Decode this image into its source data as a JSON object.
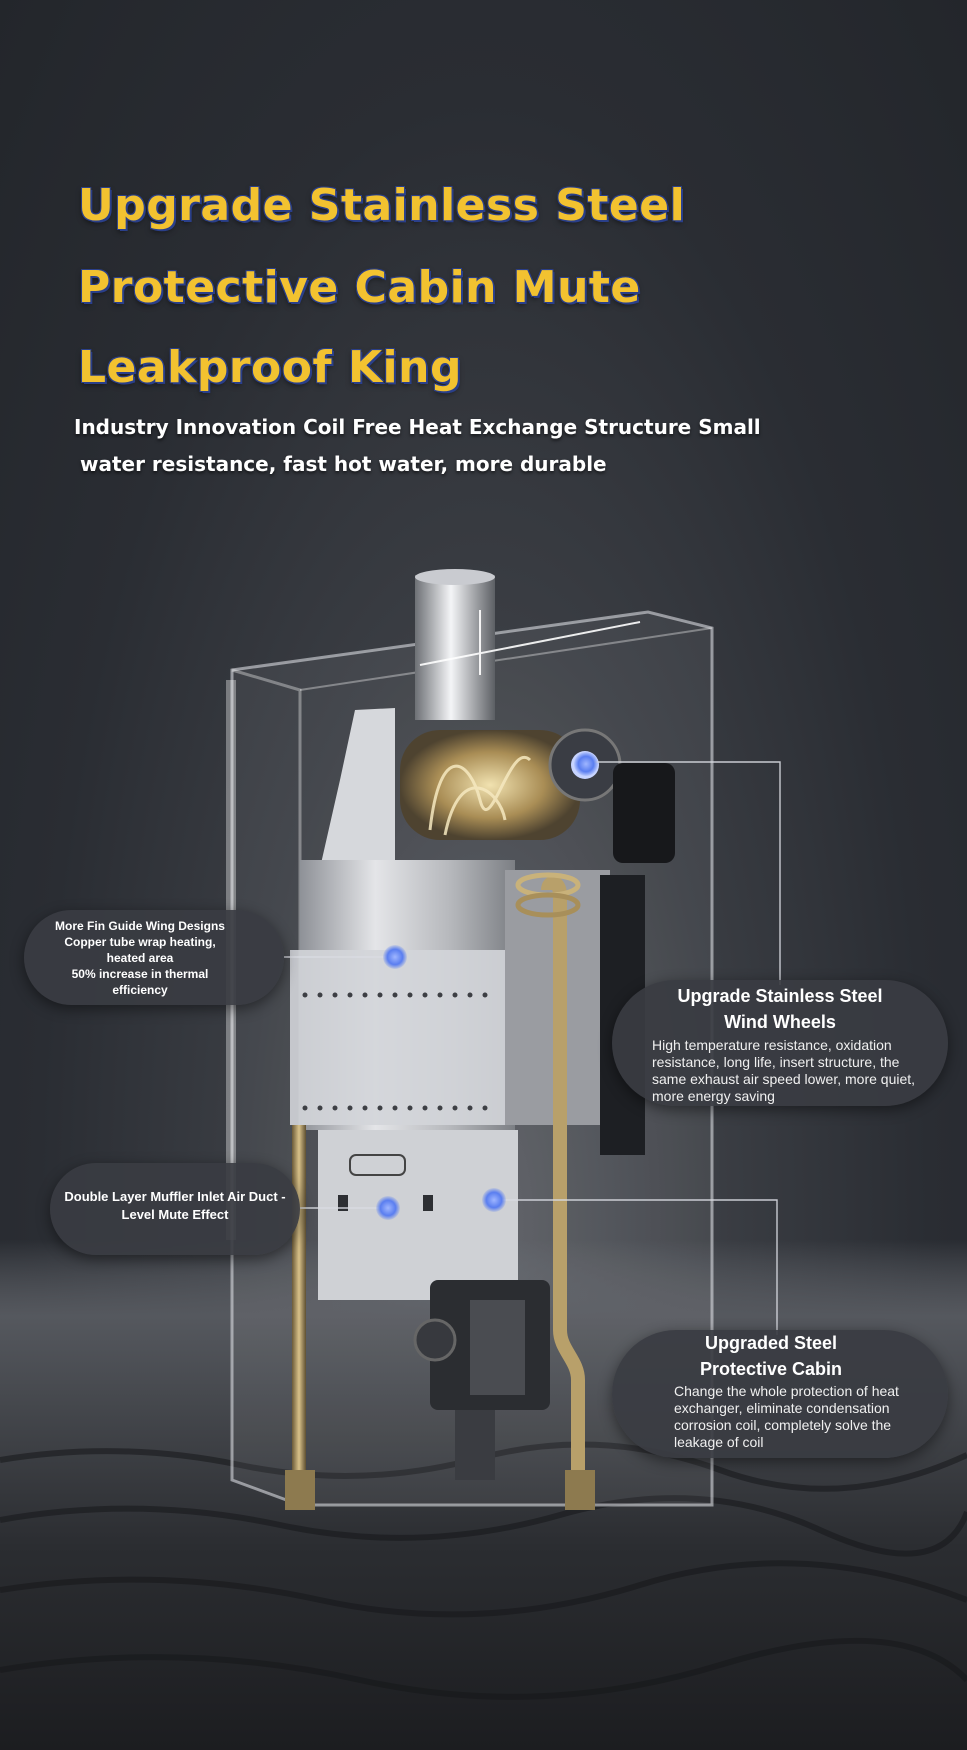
{
  "headline": {
    "line1": "Upgrade Stainless Steel",
    "line2": "Protective Cabin Mute",
    "line3": "Leakproof King"
  },
  "subheadline": {
    "line1": "Industry Innovation Coil Free Heat Exchange Structure Small",
    "line2": "water resistance, fast hot water, more durable"
  },
  "callouts": {
    "fin": {
      "lines": [
        "More Fin Guide Wing Designs",
        "Copper tube wrap heating,",
        "heated area",
        "50% increase in thermal",
        "efficiency"
      ]
    },
    "muffler": {
      "text": "Double Layer Muffler Inlet Air Duct - Level Mute Effect"
    },
    "wind_wheels": {
      "title_line1": "Upgrade Stainless Steel",
      "title_line2": "Wind Wheels",
      "body": "High temperature resistance, oxidation resistance, long life, insert structure, the same exhaust air speed lower, more quiet, more energy saving"
    },
    "cabin": {
      "title_line1": "Upgraded Steel",
      "title_line2": "Protective Cabin",
      "body": "Change the whole protection of heat exchanger, eliminate condensation corrosion coil, completely solve the leakage of coil"
    }
  },
  "colors": {
    "headline": "#f2c230",
    "headline_outline": "#2a3f8a",
    "callout_bg": "#3a3c42",
    "marker": "#5a7ef0"
  }
}
